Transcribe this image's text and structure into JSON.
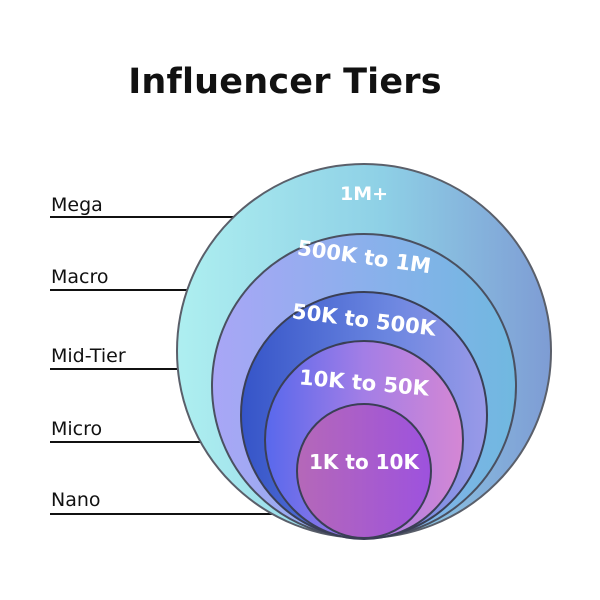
{
  "title": "Influencer Tiers",
  "tiers": [
    {
      "name": "Mega",
      "range": "1M+",
      "color_top": "#9fe7ea",
      "color_bottom": "#7fa3d8"
    },
    {
      "name": "Macro",
      "range": "500K to  1M",
      "color_top": "#a59ff4",
      "color_bottom": "#76b9e2"
    },
    {
      "name": "Mid-Tier",
      "range": "50K to 500K",
      "color_top": "#3e5fd1",
      "color_bottom": "#8f8fe8"
    },
    {
      "name": "Micro",
      "range": "10K to 50K",
      "color_top": "#6f6fee",
      "color_bottom": "#d080d8"
    },
    {
      "name": "Nano",
      "range": "1K to 10K",
      "color_top": "#9b62c6",
      "color_bottom": "#a856d8"
    }
  ]
}
